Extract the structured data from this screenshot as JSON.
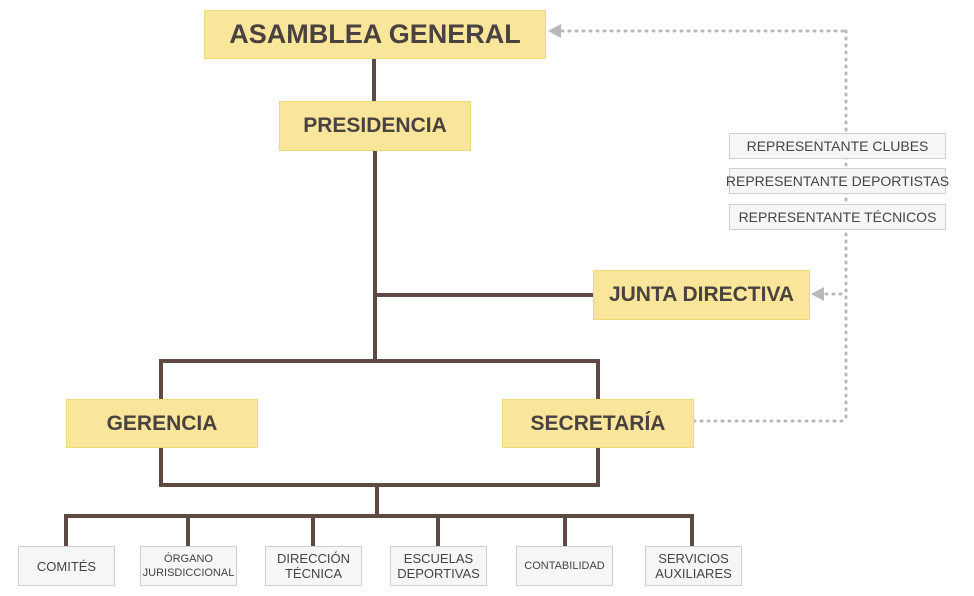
{
  "nodes": {
    "asamblea": "ASAMBLEA GENERAL",
    "presidencia": "PRESIDENCIA",
    "junta": "JUNTA DIRECTIVA",
    "gerencia": "GERENCIA",
    "secretaria": "SECRETARÍA"
  },
  "representantes": [
    "REPRESENTANTE CLUBES",
    "REPRESENTANTE DEPORTISTAS",
    "REPRESENTANTE TÉCNICOS"
  ],
  "dependencias": [
    {
      "line1": "COMITÉS",
      "line2": ""
    },
    {
      "line1": "ÓRGANO",
      "line2": "JURISDICCIONAL"
    },
    {
      "line1": "DIRECCIÓN",
      "line2": "TÉCNICA"
    },
    {
      "line1": "ESCUELAS",
      "line2": "DEPORTIVAS"
    },
    {
      "line1": "CONTABILIDAD",
      "line2": ""
    },
    {
      "line1": "SERVICIOS",
      "line2": "AUXILIARES"
    }
  ],
  "colors": {
    "box_fill": "#fae69a",
    "box_border": "#eed878",
    "connector": "#5e4a43",
    "dotted": "#b8b8b8",
    "text": "#4a4240"
  }
}
